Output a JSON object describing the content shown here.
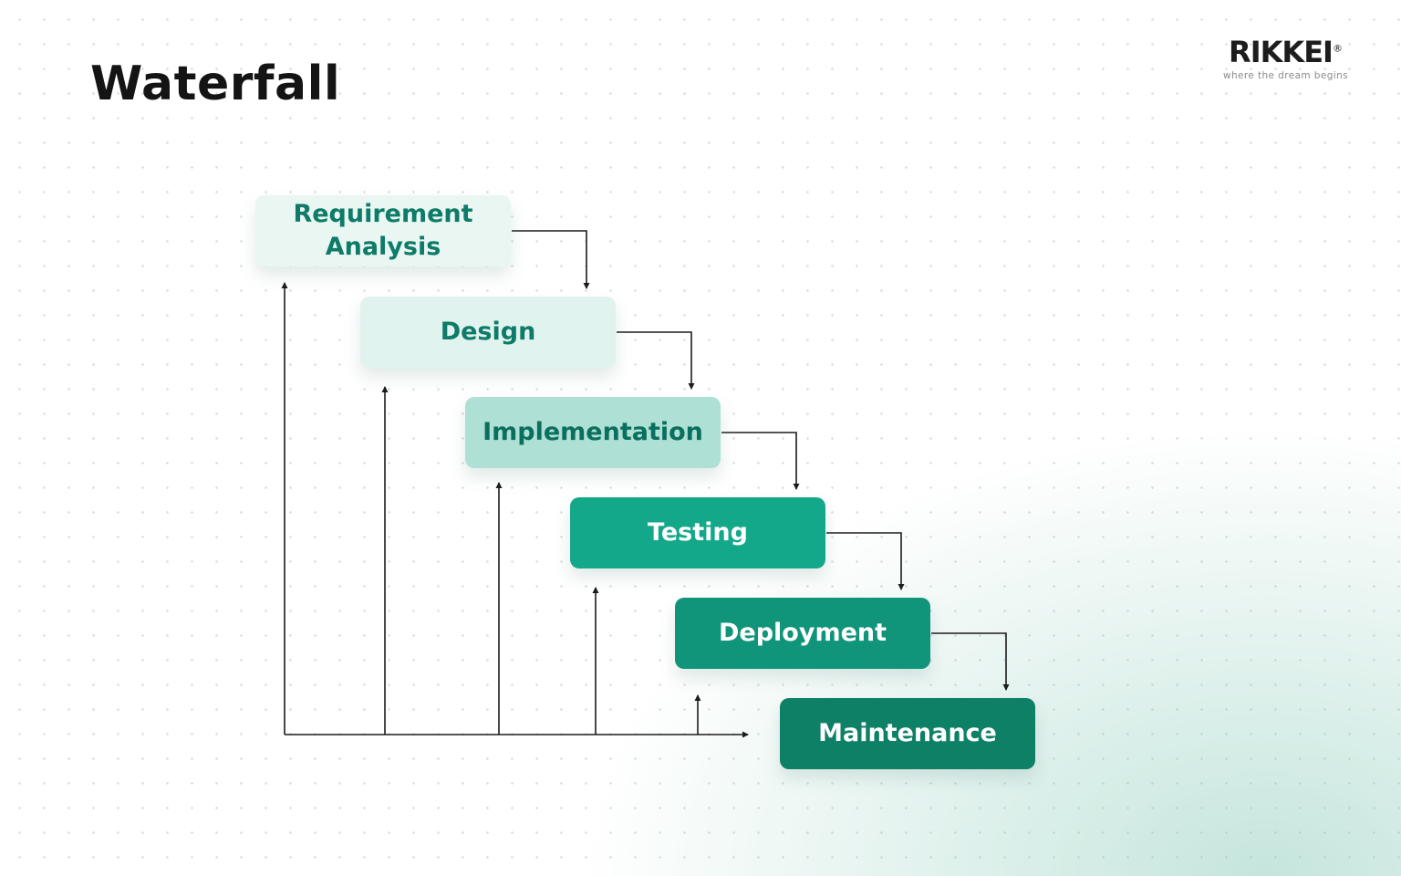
{
  "header": {
    "title": "Waterfall"
  },
  "logo": {
    "brand": "RIKKEI",
    "registered": "®",
    "tagline": "where the dream begins"
  },
  "diagram": {
    "type": "waterfall-flow",
    "stages": [
      {
        "label": "Requirement Analysis",
        "bg": "#e9f6f2",
        "text_color": "#0d7b68"
      },
      {
        "label": "Design",
        "bg": "#e0f3ee",
        "text_color": "#0d7b68"
      },
      {
        "label": "Implementation",
        "bg": "#aee0d5",
        "text_color": "#0b6f5e"
      },
      {
        "label": "Testing",
        "bg": "#14a88b",
        "text_color": "#ffffff"
      },
      {
        "label": "Deployment",
        "bg": "#10957b",
        "text_color": "#ffffff"
      },
      {
        "label": "Maintenance",
        "bg": "#0d8066",
        "text_color": "#ffffff"
      }
    ]
  },
  "colors": {
    "arrow": "#1c1c1c",
    "background": "#ffffff",
    "dot_grid": "#e0e0e0",
    "accent_glow": "#8cccba"
  }
}
